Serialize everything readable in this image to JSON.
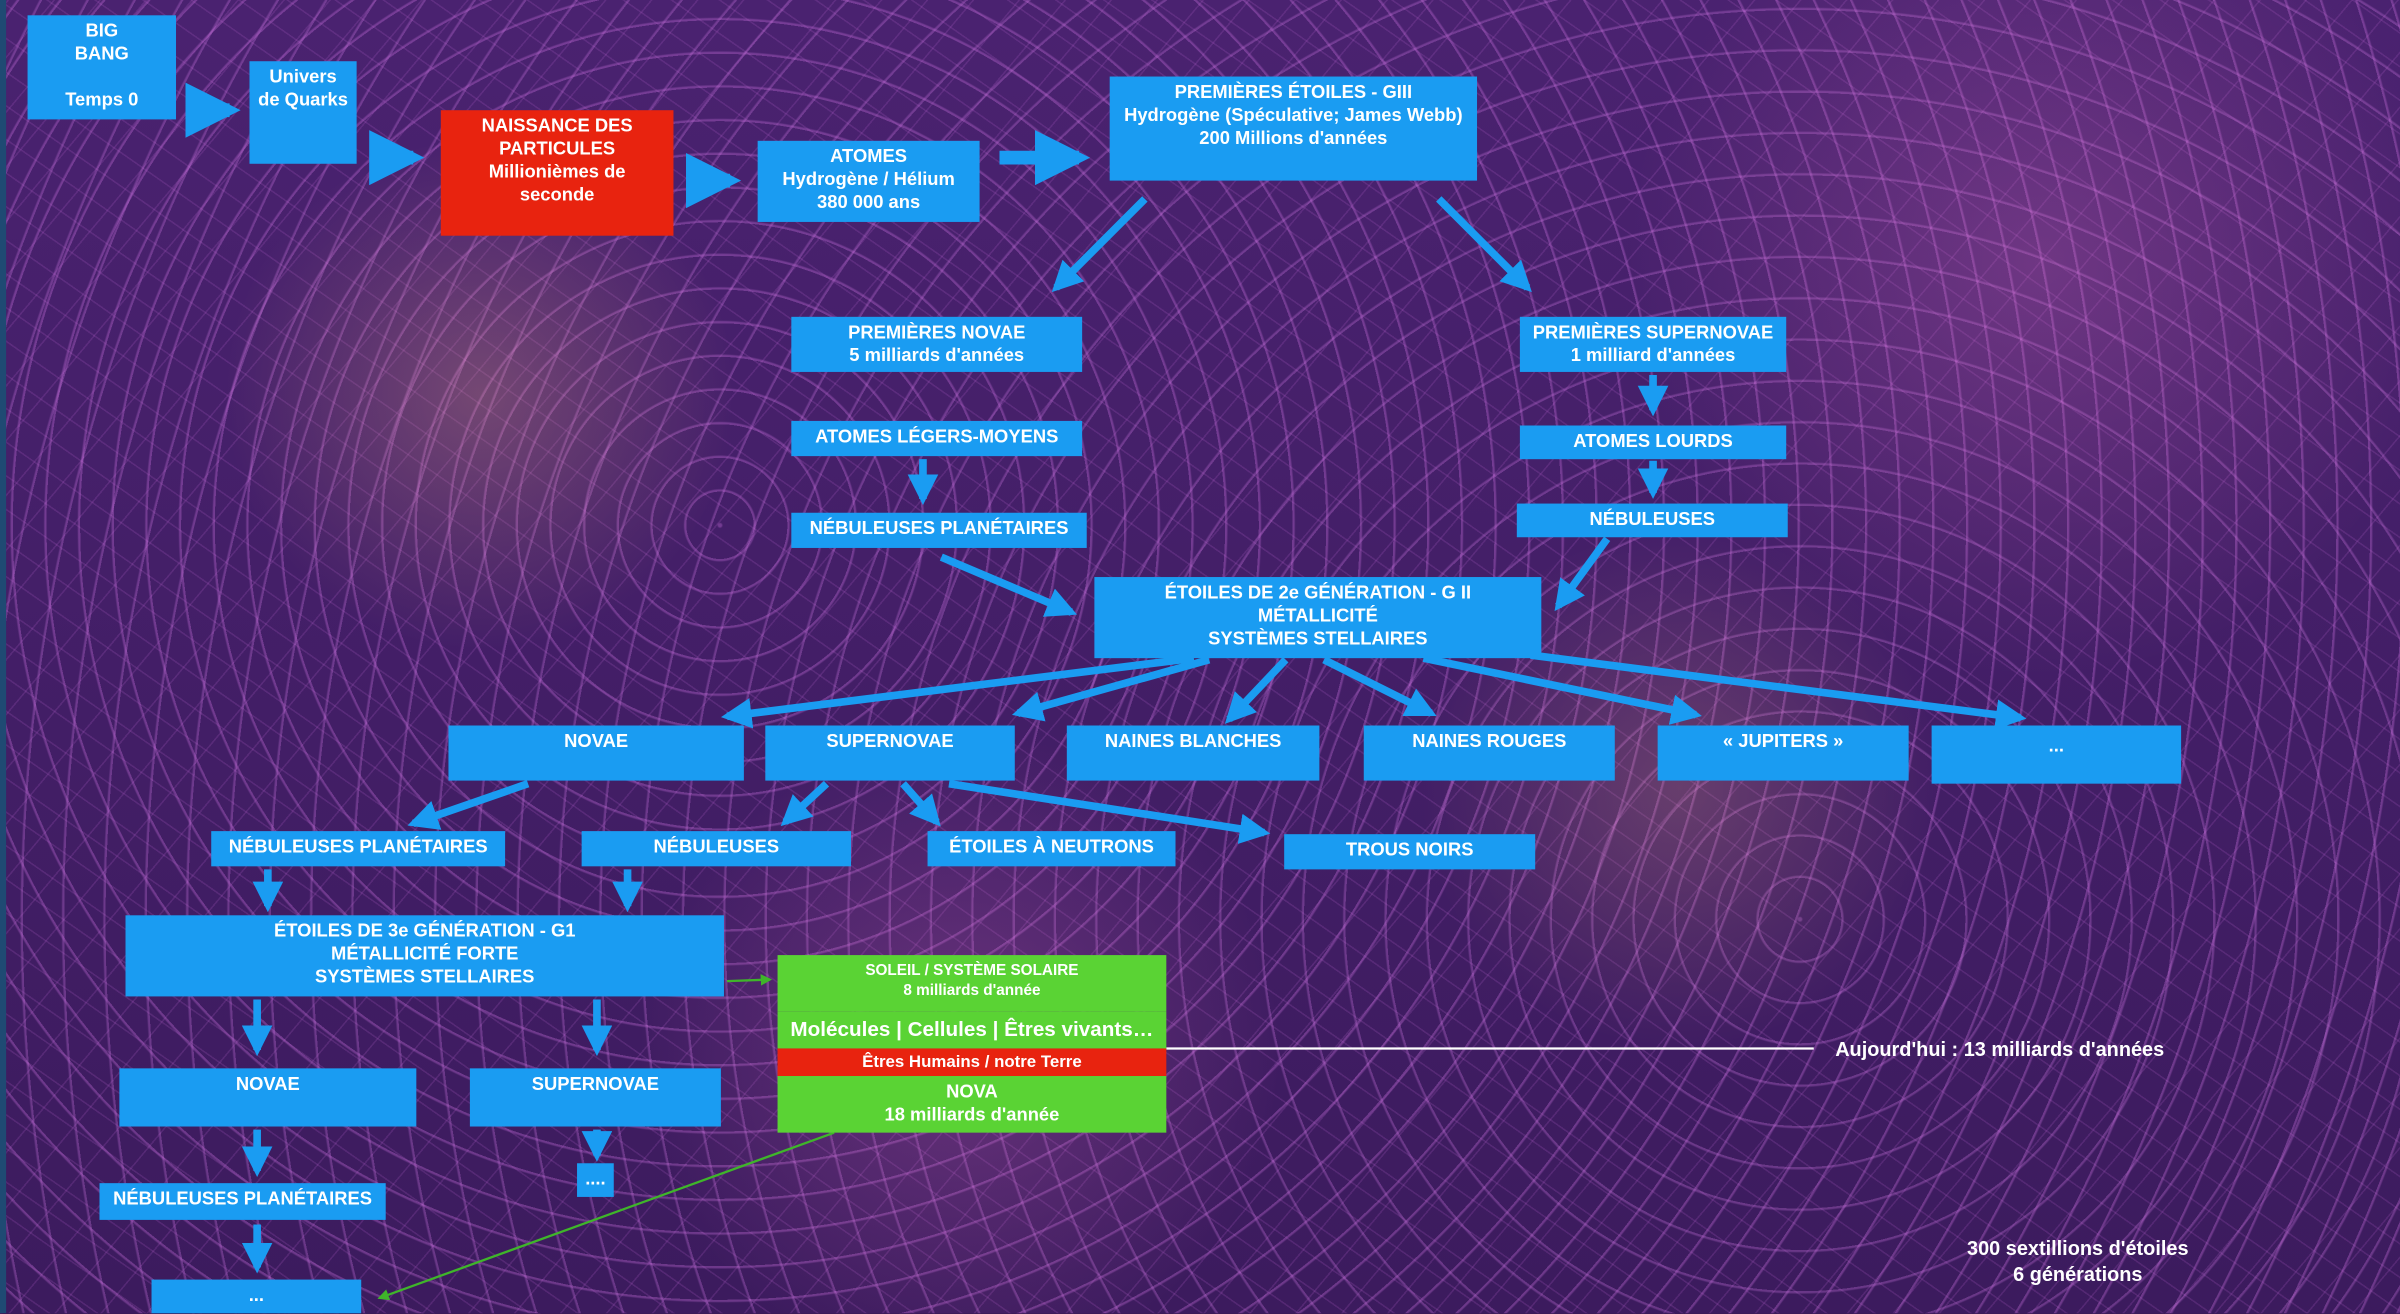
{
  "colors": {
    "box_blue": "#1a9cf2",
    "box_red": "#e8230f",
    "box_green": "#5ad334",
    "arrow_blue": "#1a9cf2",
    "arrow_green": "#3fb52a"
  },
  "timeline": {
    "big_bang": [
      "BIG",
      "BANG",
      "",
      "Temps 0"
    ],
    "quarks": [
      "Univers",
      "de Quarks"
    ],
    "particules": [
      "NAISSANCE DES",
      "PARTICULES",
      "Millionièmes de",
      "seconde"
    ],
    "atomes": [
      "ATOMES",
      "Hydrogène / Hélium",
      "380 000 ans"
    ],
    "premieres_etoiles": [
      "PREMIÈRES ÉTOILES - GIII",
      "Hydrogène (Spéculative; James Webb)",
      "200 Millions d'années"
    ]
  },
  "left_branch": {
    "novae": [
      "PREMIÈRES NOVAE",
      "5 milliards d'années"
    ],
    "atomes": "ATOMES LÉGERS-MOYENS",
    "nebuleuses": "NÉBULEUSES PLANÉTAIRES"
  },
  "right_branch": {
    "supernovae": [
      "PREMIÈRES SUPERNOVAE",
      "1 milliard d'années"
    ],
    "atomes": "ATOMES LOURDS",
    "nebuleuses": "NÉBULEUSES"
  },
  "gen2": {
    "title": [
      "ÉTOILES DE 2e GÉNÉRATION - G II",
      "MÉTALLICITÉ",
      "SYSTÈMES STELLAIRES"
    ],
    "children": [
      "NOVAE",
      "SUPERNOVAE",
      "NAINES BLANCHES",
      "NAINES ROUGES",
      "« JUPITERS »",
      "..."
    ]
  },
  "gen2_products": [
    "NÉBULEUSES PLANÉTAIRES",
    "NÉBULEUSES",
    "ÉTOILES À NEUTRONS",
    "TROUS NOIRS"
  ],
  "gen3": {
    "title": [
      "ÉTOILES DE 3e GÉNÉRATION - G1",
      "MÉTALLICITÉ FORTE",
      "SYSTÈMES STELLAIRES"
    ],
    "novae": "NOVAE",
    "supernovae": "SUPERNOVAE",
    "nebuleuses": "NÉBULEUSES PLANÉTAIRES",
    "dots_small": "....",
    "dots": "..."
  },
  "soleil": {
    "title": "SOLEIL / SYSTÈME SOLAIRE",
    "age": "8 milliards d'année",
    "life": "Molécules | Cellules | Êtres vivants…",
    "humans": "Êtres Humains / notre Terre",
    "nova": "NOVA",
    "nova_age": "18 milliards d'année"
  },
  "today": "Aujourd'hui : 13 milliards d'années",
  "totals": [
    "300 sextillions d'étoiles",
    "6 générations"
  ]
}
